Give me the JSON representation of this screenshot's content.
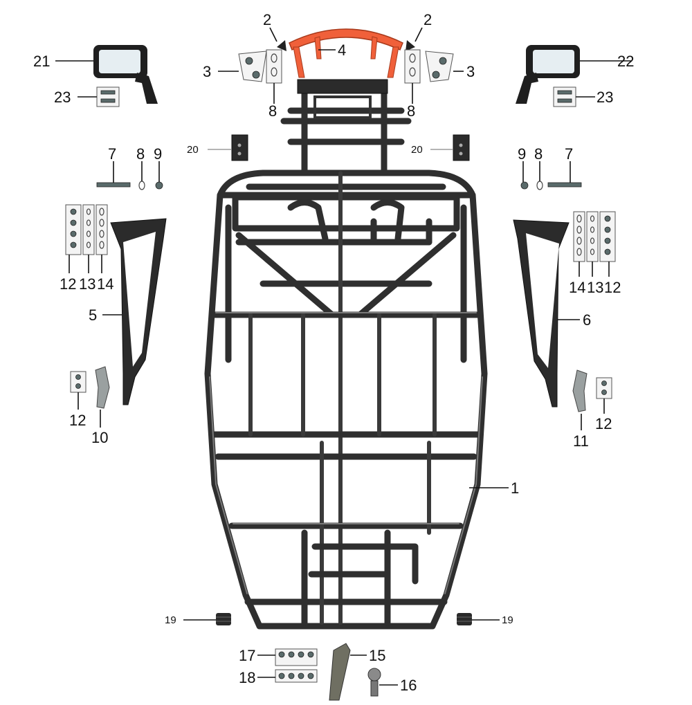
{
  "callouts": {
    "c1": "1",
    "c2a": "2",
    "c2b": "2",
    "c3a": "3",
    "c3b": "3",
    "c4": "4",
    "c5": "5",
    "c6": "6",
    "c7a": "7",
    "c7b": "7",
    "c8a": "8",
    "c8b": "8",
    "c8c": "8",
    "c8d": "8",
    "c9a": "9",
    "c9b": "9",
    "c10": "10",
    "c11": "11",
    "c12a": "12",
    "c12b": "12",
    "c12c": "12",
    "c12d": "12",
    "c13a": "13",
    "c13b": "13",
    "c14a": "14",
    "c14b": "14",
    "c15": "15",
    "c16": "16",
    "c17": "17",
    "c18": "18",
    "c19a": "19",
    "c19b": "19",
    "c20a": "20",
    "c20b": "20",
    "c21": "21",
    "c22": "22",
    "c23a": "23",
    "c23b": "23"
  },
  "colors": {
    "frame": "#2f2f2f",
    "roll_bar": "#f0603a",
    "background": "#ffffff"
  }
}
